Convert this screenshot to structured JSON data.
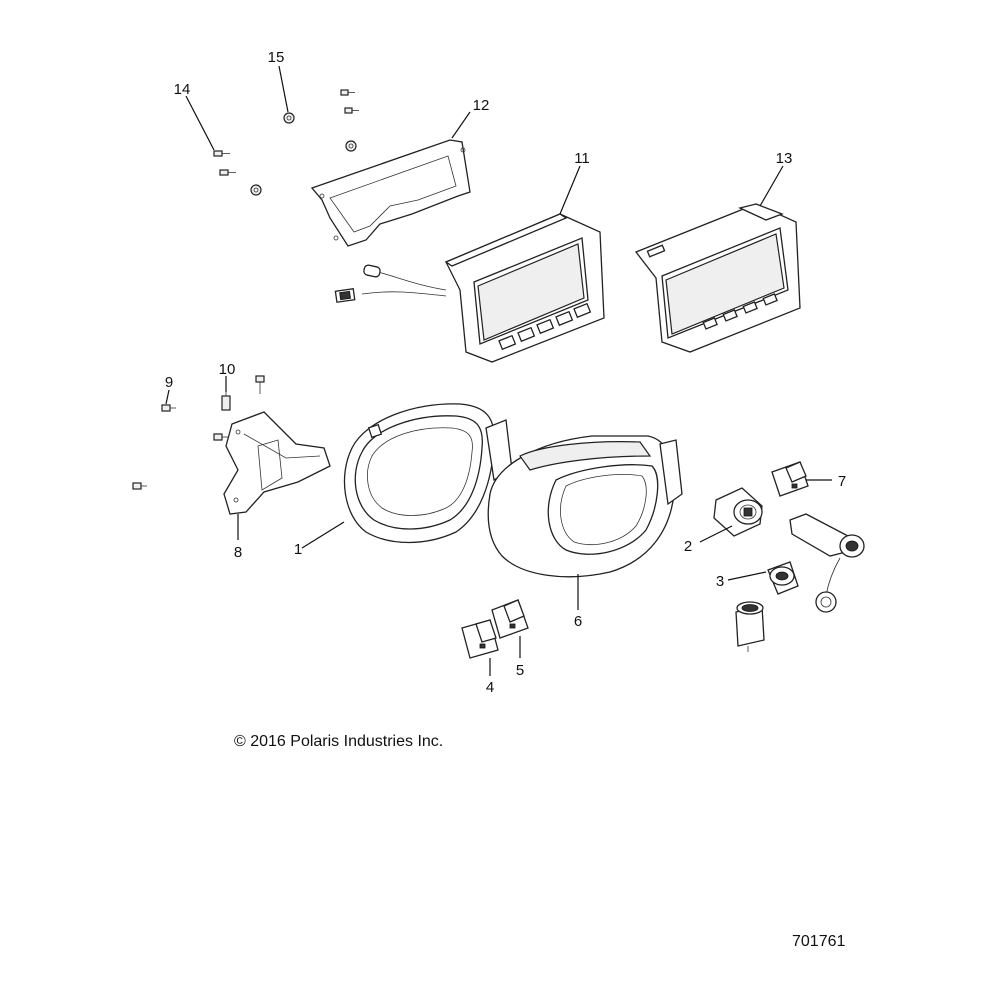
{
  "diagram": {
    "copyright": "© 2016 Polaris Industries Inc.",
    "diagram_id": "701761",
    "callouts": [
      {
        "id": "c1",
        "label": "1"
      },
      {
        "id": "c2",
        "label": "2"
      },
      {
        "id": "c3",
        "label": "3"
      },
      {
        "id": "c4",
        "label": "4"
      },
      {
        "id": "c5",
        "label": "5"
      },
      {
        "id": "c6",
        "label": "6"
      },
      {
        "id": "c7",
        "label": "7"
      },
      {
        "id": "c8",
        "label": "8"
      },
      {
        "id": "c9",
        "label": "9"
      },
      {
        "id": "c10",
        "label": "10"
      },
      {
        "id": "c11",
        "label": "11"
      },
      {
        "id": "c12",
        "label": "12"
      },
      {
        "id": "c13",
        "label": "13"
      },
      {
        "id": "c14",
        "label": "14"
      },
      {
        "id": "c15",
        "label": "15"
      }
    ]
  }
}
